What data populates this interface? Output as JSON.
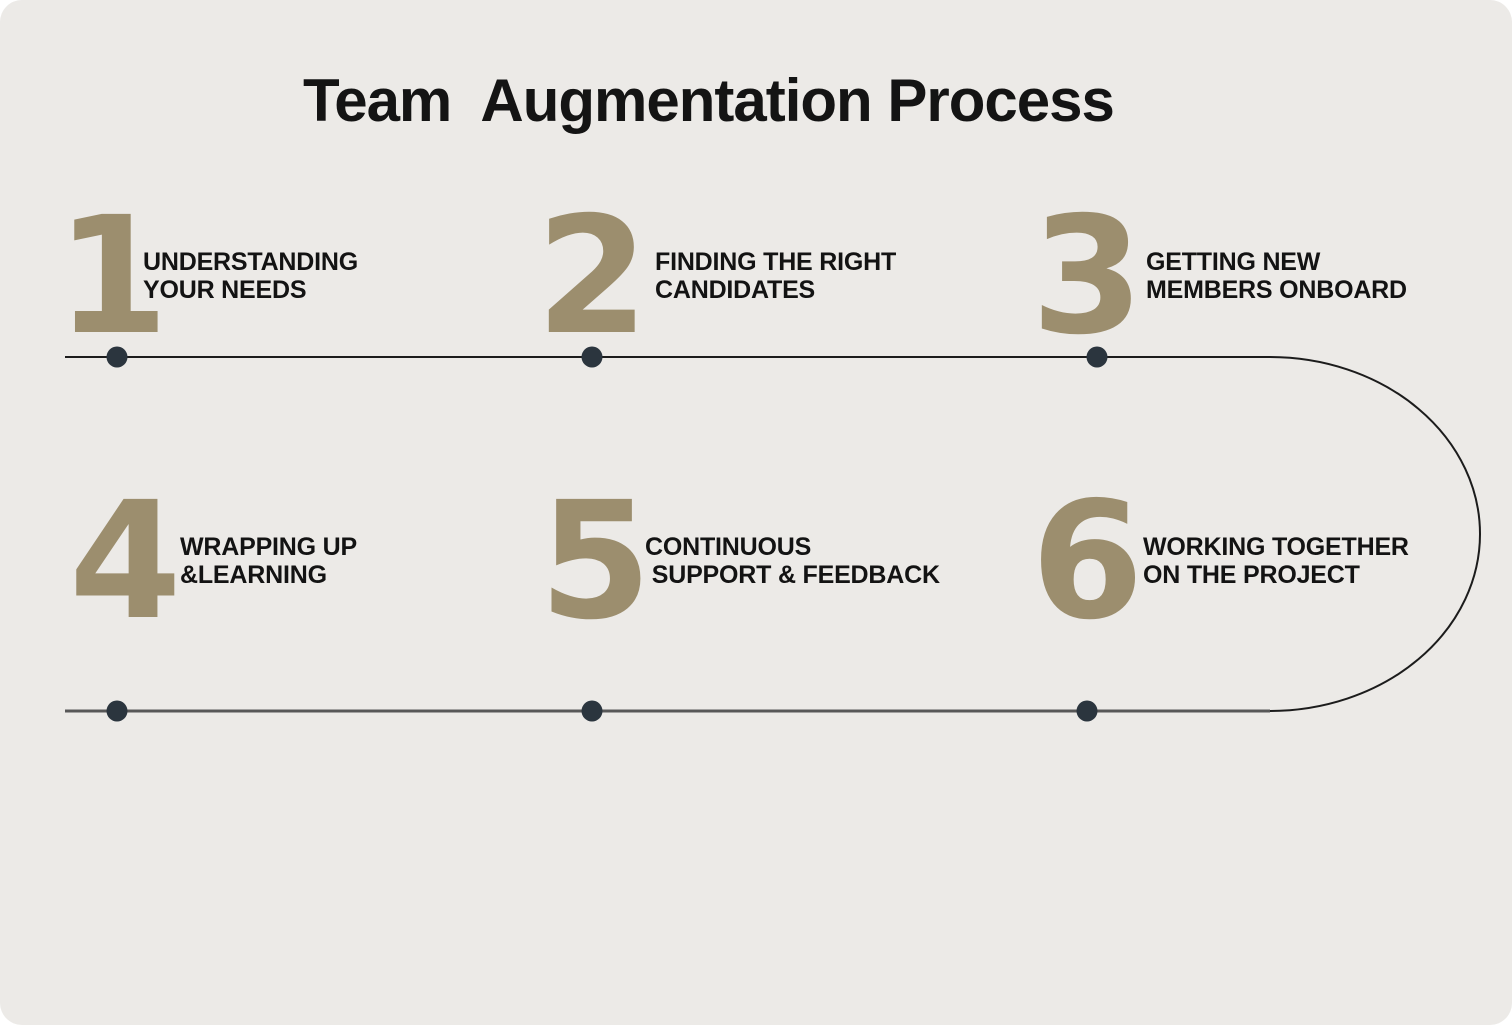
{
  "title": "Team  Augmentation Process",
  "colors": {
    "background": "#ECEAE7",
    "accent_number": "#9C8E6E",
    "text": "#131313",
    "dot": "#2B353E",
    "line_top": "#1C1C1C",
    "line_bottom": "#585858"
  },
  "steps": [
    {
      "number": "1",
      "label": "UNDERSTANDING\nYOUR NEEDS"
    },
    {
      "number": "2",
      "label": "FINDING THE RIGHT\nCANDIDATES"
    },
    {
      "number": "3",
      "label": "GETTING NEW\nMEMBERS ONBOARD"
    },
    {
      "number": "4",
      "label": "WRAPPING UP\n&LEARNING"
    },
    {
      "number": "5",
      "label": "CONTINUOUS\n SUPPORT & FEEDBACK"
    },
    {
      "number": "6",
      "label": "WORKING TOGETHER\nON THE PROJECT"
    }
  ]
}
